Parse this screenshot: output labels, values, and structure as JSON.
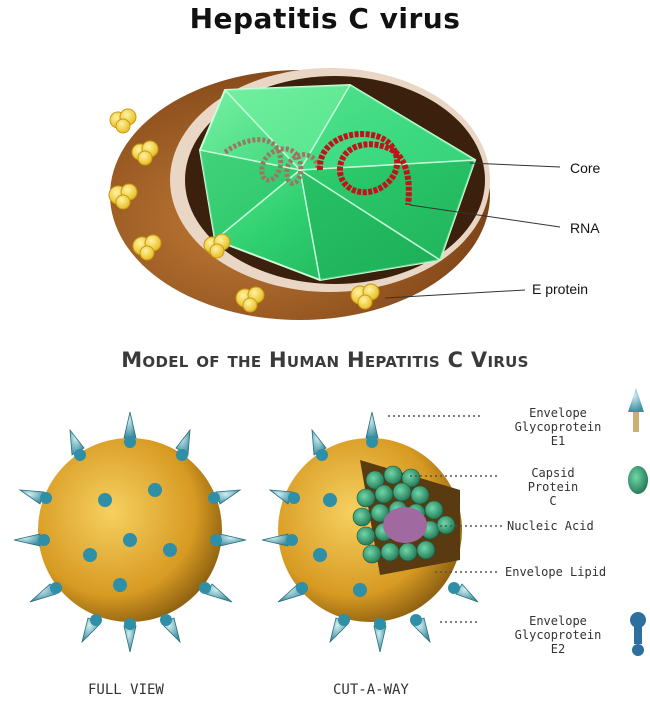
{
  "title": "Hepatitis C virus",
  "top_labels": {
    "core": "Core",
    "rna": "RNA",
    "e_protein": "E protein"
  },
  "model": {
    "title": "Model of the Human Hepatitis C Virus",
    "labels": {
      "glyco_e1_line1": "Envelope Glycoprotein",
      "glyco_e1_line2": "E1",
      "capsid_line1": "Capsid Protein",
      "capsid_line2": "C",
      "nucleic": "Nucleic Acid",
      "lipid": "Envelope Lipid",
      "glyco_e2_line1": "Envelope Glycoprotein",
      "glyco_e2_line2": "E2"
    },
    "captions": {
      "full": "FULL VIEW",
      "cut": "CUT-A-WAY"
    }
  },
  "colors": {
    "core_green": "#3ddc7a",
    "shell_brown": "#9a5a22",
    "rna_red": "#c0141b",
    "protein_yellow": "#f2d33a",
    "sphere_orange": "#e7b33a",
    "spike_teal": "#58a7b8",
    "capsid_green": "#2e8b6a",
    "nucleic_purple": "#8e5b8e"
  }
}
